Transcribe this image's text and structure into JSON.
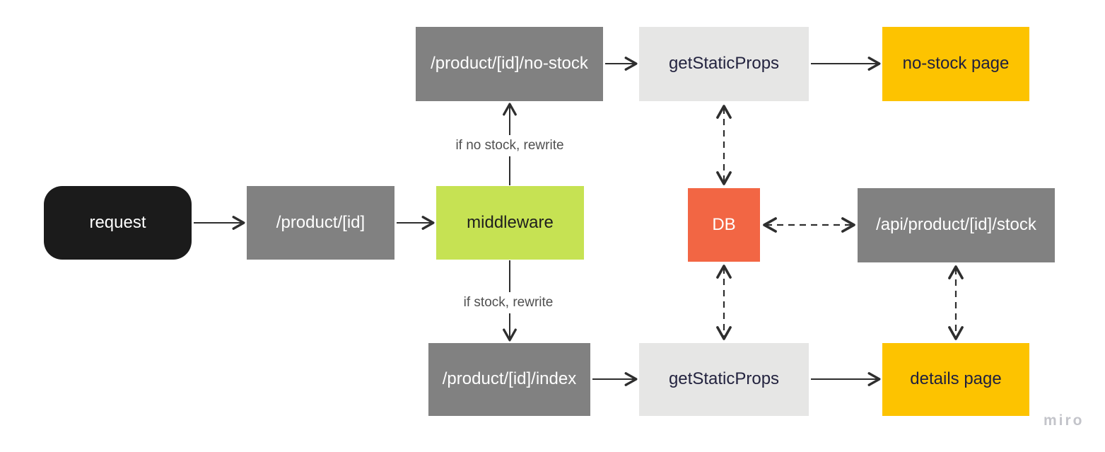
{
  "diagram": {
    "nodes": {
      "request": {
        "label": "request",
        "color": "#1b1b1b",
        "text_color": "#ffffff"
      },
      "product_id_route": {
        "label": "/product/[id]",
        "color": "#818181",
        "text_color": "#ffffff"
      },
      "middleware": {
        "label": "middleware",
        "color": "#c6e253",
        "text_color": "#1e1e1e"
      },
      "no_stock_route": {
        "label": "/product/[id]/no-stock",
        "color": "#818181",
        "text_color": "#ffffff"
      },
      "get_static_props_top": {
        "label": "getStaticProps",
        "color": "#e6e6e5",
        "text_color": "#23233f"
      },
      "no_stock_page": {
        "label": "no-stock page",
        "color": "#fdc300",
        "text_color": "#20203e"
      },
      "db": {
        "label": "DB",
        "color": "#f26644",
        "text_color": "#ffffff"
      },
      "api_stock_route": {
        "label": "/api/product/[id]/stock",
        "color": "#818181",
        "text_color": "#ffffff"
      },
      "index_route": {
        "label": "/product/[id]/index",
        "color": "#818181",
        "text_color": "#ffffff"
      },
      "get_static_props_bottom": {
        "label": "getStaticProps",
        "color": "#e6e6e5",
        "text_color": "#23233f"
      },
      "details_page": {
        "label": "details page",
        "color": "#fdc300",
        "text_color": "#20203e"
      }
    },
    "edge_labels": {
      "if_no_stock": "if no stock, rewrite",
      "if_stock": "if stock, rewrite"
    },
    "watermark": "miro",
    "colors": {
      "background": "#ffffff",
      "arrow": "#2e2e2e",
      "edge_label_text": "#4f4f4f",
      "watermark_text": "#c3c4ca"
    }
  }
}
